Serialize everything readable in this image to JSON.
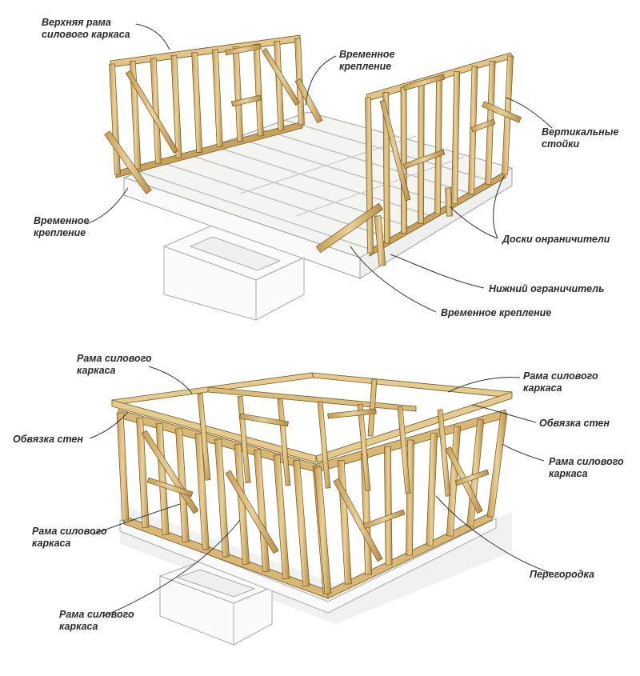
{
  "colors": {
    "wood_light": "#e8cf92",
    "wood_mid": "#d2ae66",
    "wood_dark": "#a6813f",
    "wood_edge": "#6e5526",
    "floor": "#f3f3ef",
    "foundation": "#fafafa",
    "line": "#9a9a9a",
    "leader": "#333333"
  },
  "top_figure": {
    "labels": {
      "top_frame": "Верхняя рама\nсилового каркаса",
      "temp_brace_top": "Временное\nкрепление",
      "vertical_studs": "Вертикальные\nстойки",
      "temp_brace_left": "Временное\nкрепление",
      "limiter_boards": "Доски онраничители",
      "bottom_limiter": "Нижний ограничитель",
      "temp_brace_bottom": "Временное крепление"
    }
  },
  "bottom_figure": {
    "labels": {
      "frame_top_left": "Рама силового\nкаркаса",
      "frame_top_right": "Рама силового\nкаркаса",
      "wall_tie_left": "Обвязка стен",
      "wall_tie_right": "Обвязка стен",
      "frame_right": "Рама силового\nкаркаса",
      "frame_left": "Рама силового\nкаркаса",
      "partition": "Перегородка",
      "frame_bottom_left": "Рама силового\nкаркаса"
    }
  }
}
